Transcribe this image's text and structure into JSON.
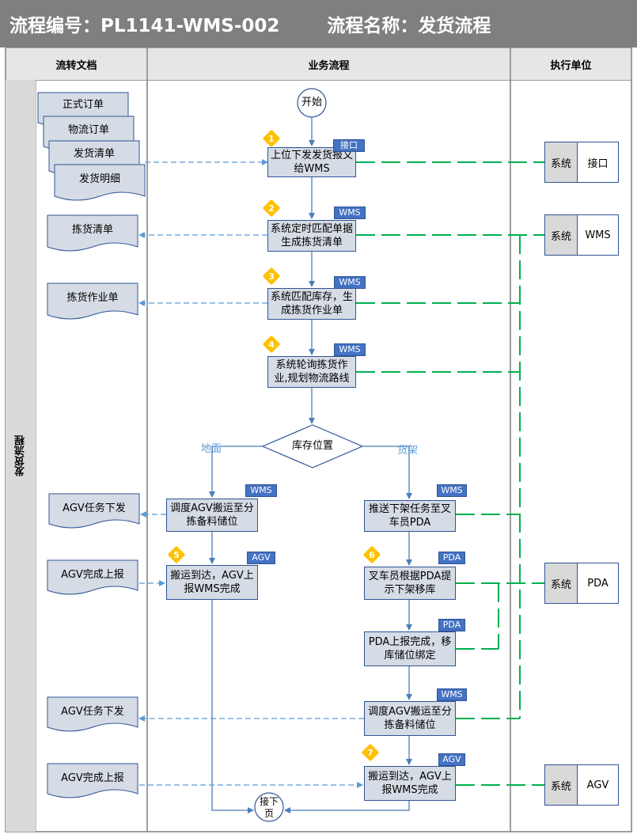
{
  "header": {
    "process_no": "流程编号：PL1141-WMS-002",
    "process_name": "流程名称：发货流程"
  },
  "columns": {
    "docs": "流转文档",
    "flow": "业务流程",
    "exec": "执行单位"
  },
  "lane": "发货流程",
  "start": "开始",
  "end": "接下页",
  "decision": "库存位置",
  "branches": {
    "left": "地面",
    "right": "货架"
  },
  "documents": {
    "stack": [
      "正式订单",
      "物流订单",
      "发货清单",
      "发货明细"
    ],
    "pick_list": "拣货清单",
    "pick_job": "拣货作业单",
    "agv_task_1": "AGV任务下发",
    "agv_done_1": "AGV完成上报",
    "agv_task_2": "AGV任务下发",
    "agv_done_2": "AGV完成上报"
  },
  "steps": {
    "s1": {
      "text": "上位下发发货报文给WMS",
      "tag": "接口",
      "badge": "1"
    },
    "s2": {
      "text": "系统定时匹配单据生成拣货清单",
      "tag": "WMS",
      "badge": "2"
    },
    "s3": {
      "text": "系统匹配库存，生成拣货作业单",
      "tag": "WMS",
      "badge": "3"
    },
    "s4": {
      "text": "系统轮询拣货作业,规划物流路线",
      "tag": "WMS",
      "badge": "4"
    },
    "s5a": {
      "text": "调度AGV搬运至分拣备料储位",
      "tag": "WMS"
    },
    "s5b": {
      "text": "搬运到达，AGV上报WMS完成",
      "tag": "AGV",
      "badge": "5"
    },
    "s6a": {
      "text": "推送下架任务至叉车员PDA",
      "tag": "WMS"
    },
    "s6b": {
      "text": "叉车员根据PDA提示下架移库",
      "tag": "PDA",
      "badge": "6"
    },
    "s6c": {
      "text": "PDA上报完成，移库储位绑定",
      "tag": "PDA"
    },
    "s6d": {
      "text": "调度AGV搬运至分拣备料储位",
      "tag": "WMS"
    },
    "s7": {
      "text": "搬运到达，AGV上报WMS完成",
      "tag": "AGV",
      "badge": "7"
    }
  },
  "executors": [
    {
      "left": "系统",
      "right": "接口"
    },
    {
      "left": "系统",
      "right": "WMS"
    },
    {
      "left": "系统",
      "right": "PDA"
    },
    {
      "left": "系统",
      "right": "AGV"
    }
  ],
  "colors": {
    "header_bg": "#7f7f7f",
    "process_fill": "#d6dce5",
    "process_border": "#2f5496",
    "tag_fill": "#4472c4",
    "badge_fill": "#ffc000",
    "doc_arrow": "#5b9bd5",
    "exec_line": "#00b050"
  }
}
